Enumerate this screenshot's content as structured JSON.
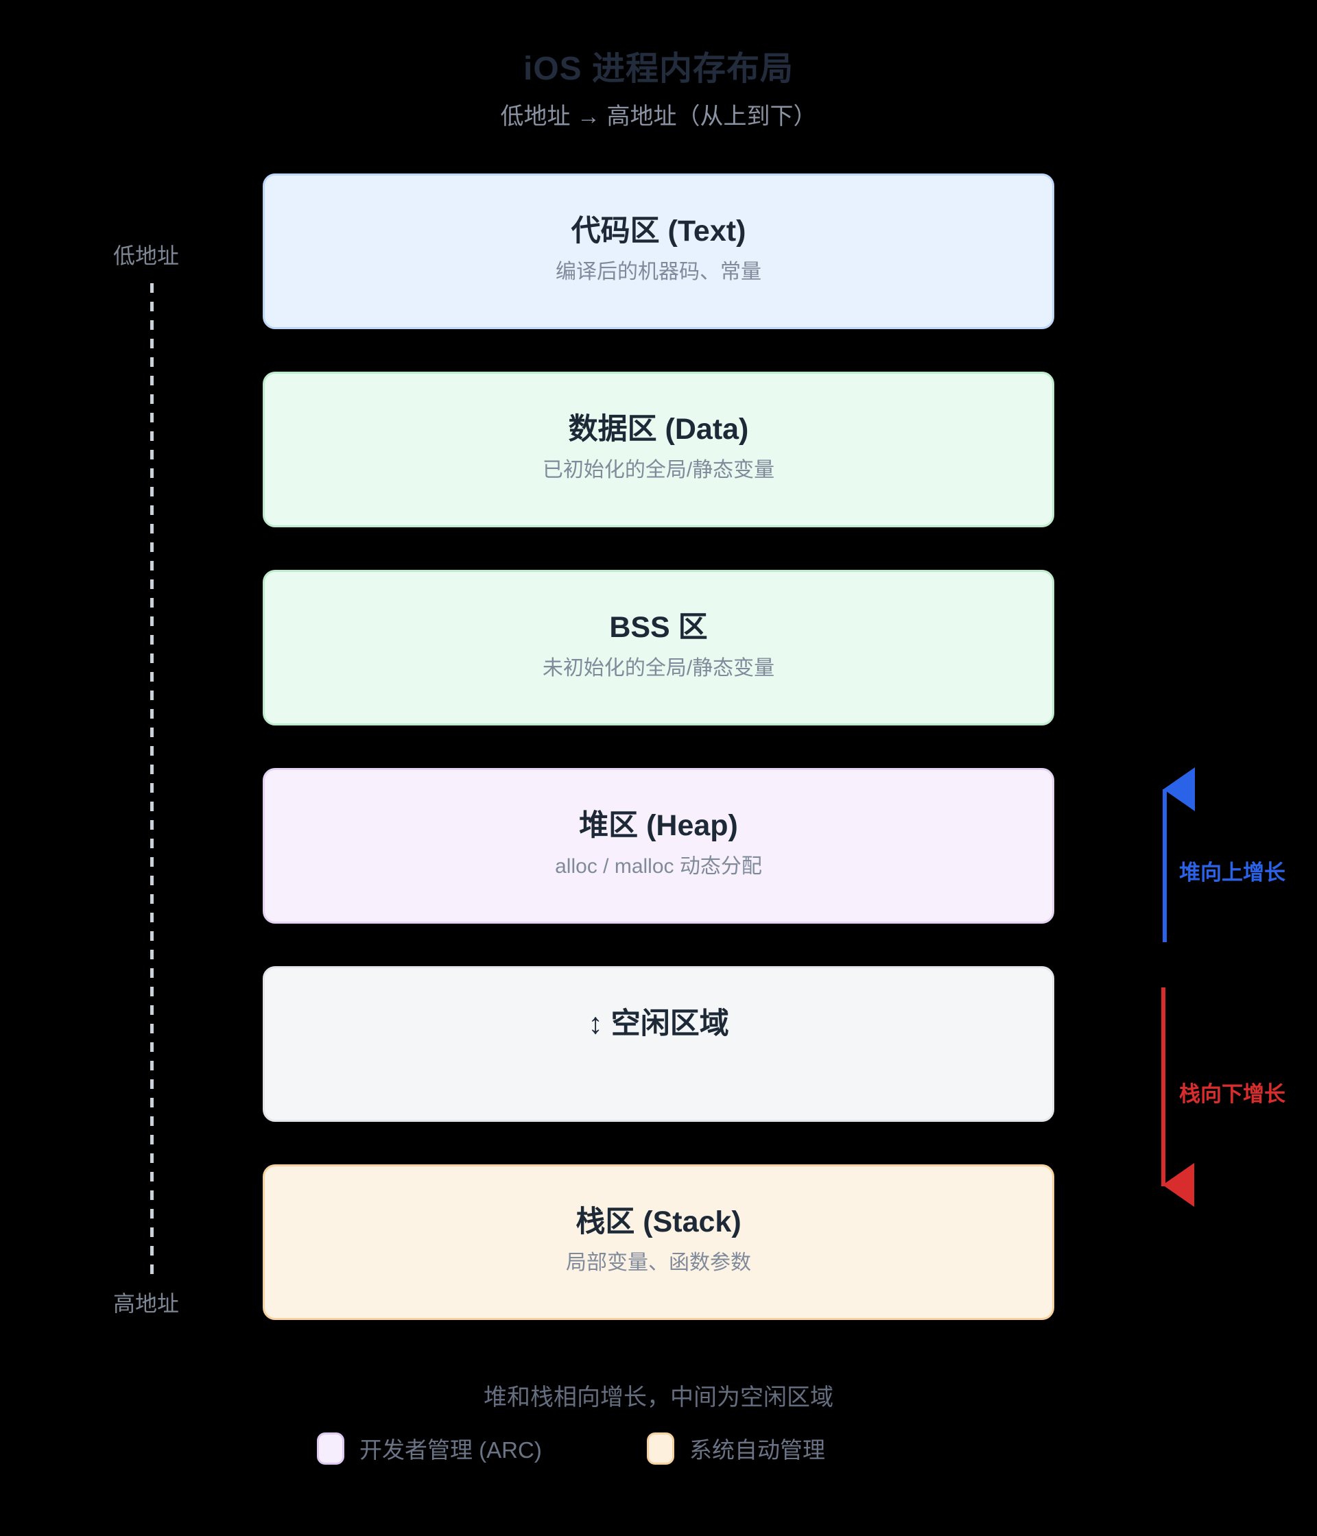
{
  "header": {
    "title": "iOS 进程内存布局",
    "subtitle": "低地址 → 高地址（从上到下）"
  },
  "axis": {
    "top_label": "低地址",
    "bottom_label": "高地址"
  },
  "blocks": [
    {
      "id": "text",
      "title": "代码区 (Text)",
      "subtitle": "编译后的机器码、常量",
      "colors": {
        "bg": "#e8f1fe",
        "border": "#bcd7f8"
      }
    },
    {
      "id": "data",
      "title": "数据区 (Data)",
      "subtitle": "已初始化的全局/静态变量",
      "colors": {
        "bg": "#e9faf0",
        "border": "#bceccb"
      }
    },
    {
      "id": "bss",
      "title": "BSS 区",
      "subtitle": "未初始化的全局/静态变量",
      "colors": {
        "bg": "#e9faf0",
        "border": "#bceccb"
      }
    },
    {
      "id": "heap",
      "title": "堆区 (Heap)",
      "subtitle": "alloc / malloc 动态分配",
      "colors": {
        "bg": "#f8f0fd",
        "border": "#e4d3f3"
      }
    },
    {
      "id": "free",
      "title": "↕ 空闲区域",
      "subtitle": "",
      "colors": {
        "bg": "#f4f6f8",
        "border": "#e3e7ec"
      }
    },
    {
      "id": "stack",
      "title": "栈区 (Stack)",
      "subtitle": "局部变量、函数参数",
      "colors": {
        "bg": "#fdf3e4",
        "border": "#f8d19e"
      }
    }
  ],
  "arrows": {
    "heap": {
      "label": "堆向上增长",
      "direction": "up",
      "color": "#2b63e8"
    },
    "stack": {
      "label": "栈向下增长",
      "direction": "down",
      "color": "#d92d2d"
    }
  },
  "footer": {
    "note": "堆和栈相向增长，中间为空闲区域",
    "legend": [
      {
        "label": "开发者管理 (ARC)",
        "swatch": {
          "bg": "#f7eefd",
          "border": "#ddc9f0"
        }
      },
      {
        "label": "系统自动管理",
        "swatch": {
          "bg": "#fdf1de",
          "border": "#f8d09d"
        }
      }
    ]
  },
  "colors": {
    "background": "#000000",
    "heading": "#222c3c",
    "block_title": "#1e2937",
    "muted": "#7f8a9b",
    "axis_dash": "#ccd2d9"
  }
}
